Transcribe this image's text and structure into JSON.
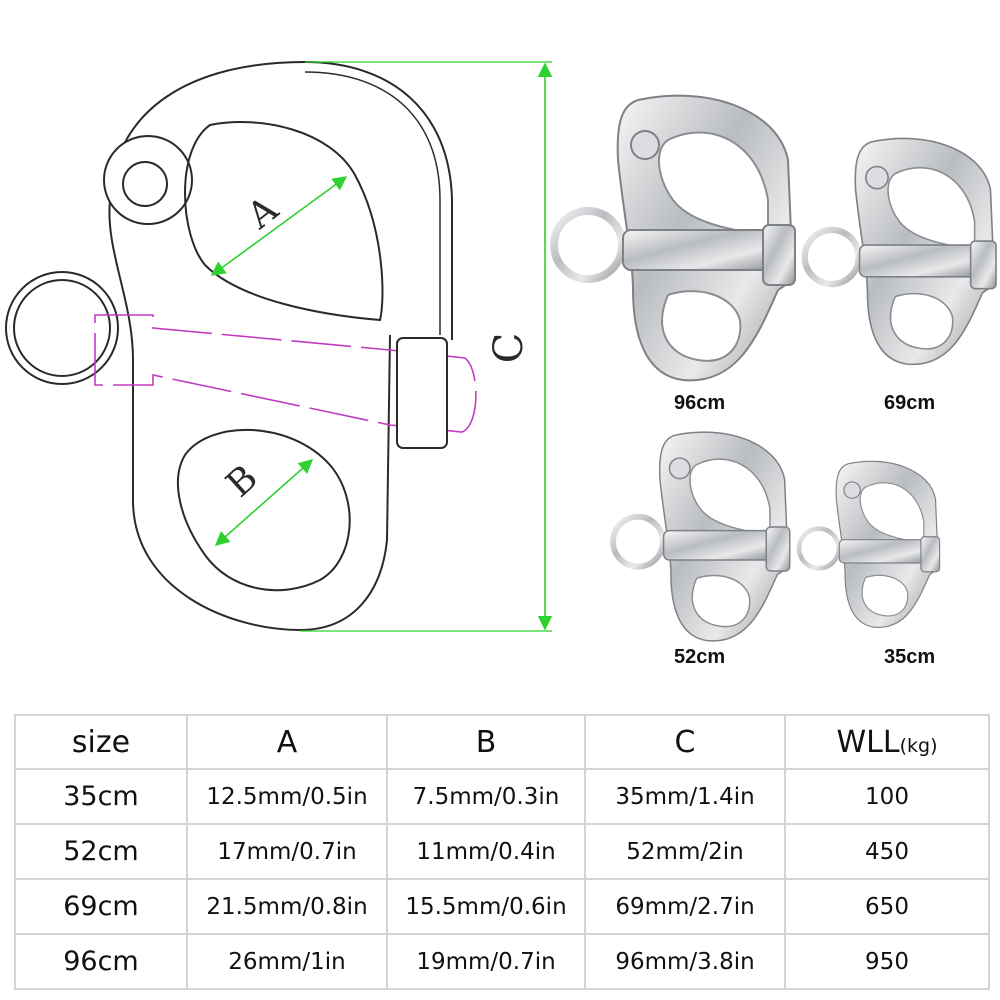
{
  "diagram": {
    "label_a": "A",
    "label_b": "B",
    "label_c": "C",
    "colors": {
      "outline": "#2a2a2a",
      "dimension": "#2fd12f",
      "pin": "#c23cc2"
    }
  },
  "photos": [
    {
      "label": "96cm"
    },
    {
      "label": "69cm"
    },
    {
      "label": "52cm"
    },
    {
      "label": "35cm"
    }
  ],
  "table": {
    "headers": {
      "size": "size",
      "a": "A",
      "b": "B",
      "c": "C",
      "wll": "WLL",
      "wll_unit": "(kg)"
    },
    "rows": [
      {
        "size": "35cm",
        "a": "12.5mm/0.5in",
        "b": "7.5mm/0.3in",
        "c": "35mm/1.4in",
        "wll": "100"
      },
      {
        "size": "52cm",
        "a": "17mm/0.7in",
        "b": "11mm/0.4in",
        "c": "52mm/2in",
        "wll": "450"
      },
      {
        "size": "69cm",
        "a": "21.5mm/0.8in",
        "b": "15.5mm/0.6in",
        "c": "69mm/2.7in",
        "wll": "650"
      },
      {
        "size": "96cm",
        "a": "26mm/1in",
        "b": "19mm/0.7in",
        "c": "96mm/3.8in",
        "wll": "950"
      }
    ]
  }
}
